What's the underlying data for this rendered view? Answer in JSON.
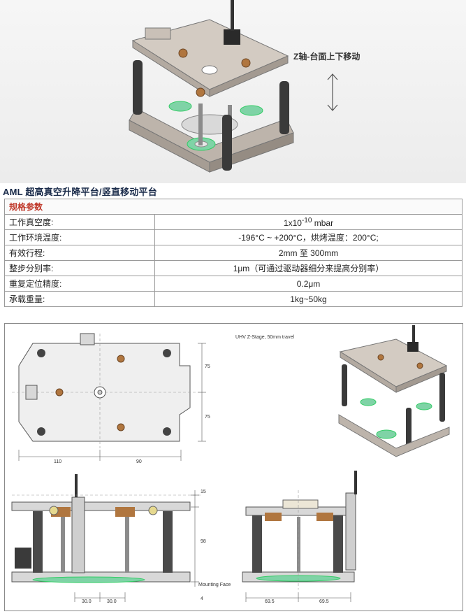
{
  "hero": {
    "caption": "Z轴-台面上下移动"
  },
  "product_title": "AML 超高真空升降平台/竖直移动平台",
  "spec_table": {
    "header": "规格参数",
    "rows": [
      {
        "key": "工作真空度:",
        "value": "1x10",
        "sup": "-10",
        "unit": " mbar"
      },
      {
        "key": "工作环境温度:",
        "value": "-196°C ~ +200°C，烘烤温度：200°C;"
      },
      {
        "key": "有效行程:",
        "value": "2mm 至 300mm"
      },
      {
        "key": "整步分别率:",
        "value": "1μm（可通过驱动器细分来提高分别率）"
      },
      {
        "key": "重复定位精度:",
        "value": "0.2μm"
      },
      {
        "key": "承载重量:",
        "value": "1kg~50kg"
      }
    ]
  },
  "drawing": {
    "stage_note": "UHV Z-Stage, 50mm travel",
    "dims": {
      "d110": "110",
      "d90": "90",
      "d75a": "75",
      "d75b": "75",
      "d15": "15",
      "d98": "98",
      "d4": "4",
      "d30a": "30.0",
      "d30b": "30.0",
      "d69a": "69.5",
      "d69b": "69.5"
    },
    "mounting_face": "Mounting Face"
  },
  "colors": {
    "title_navy": "#1a2b4a",
    "header_red": "#c0392b",
    "plate": "#cfc6bd",
    "post": "#3a3a3a",
    "ring_green": "#7fd3a6",
    "nut_copper": "#b0763f"
  }
}
